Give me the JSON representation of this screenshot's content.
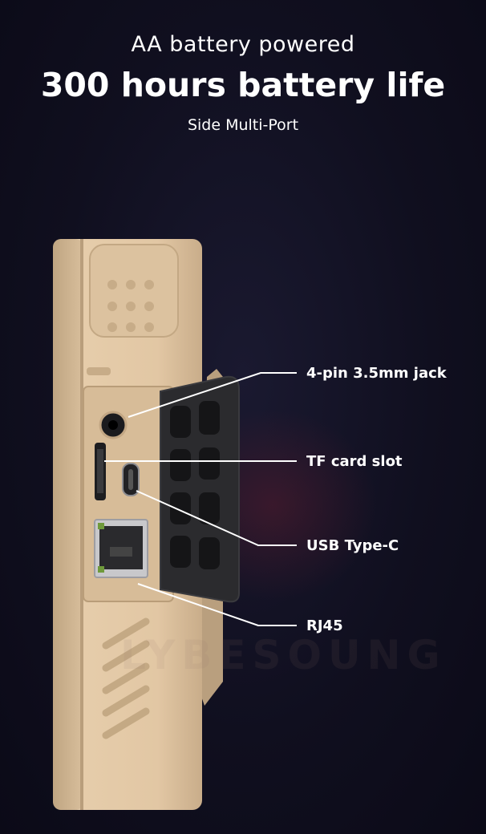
{
  "header": {
    "subtitle": "AA battery powered",
    "title": "300 hours battery life",
    "tagline": "Side Multi-Port"
  },
  "ports": {
    "jack": "4-pin 3.5mm jack",
    "tf": "TF card slot",
    "usbc": "USB Type-C",
    "rj45": "RJ45"
  },
  "watermark": "LYBESOUNG",
  "colors": {
    "background": "#100f1f",
    "device": "#e3c9a7",
    "cover": "#2b2b2e",
    "accent": "#b3203a"
  }
}
